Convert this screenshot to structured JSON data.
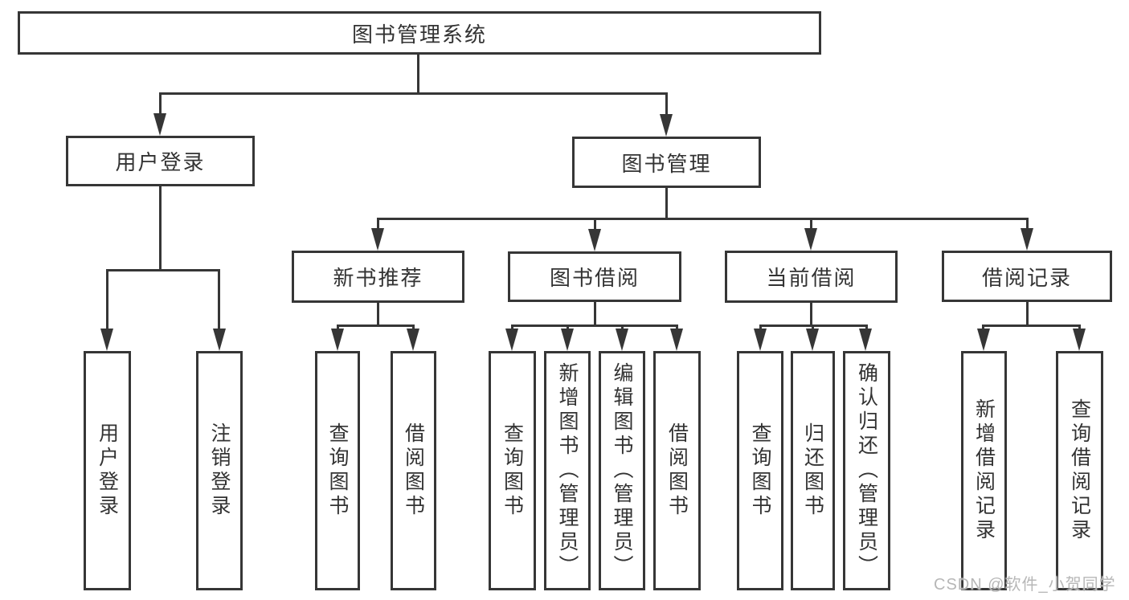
{
  "diagram_title": "图书管理系统",
  "tree": {
    "label": "图书管理系统",
    "children": [
      {
        "label": "用户登录",
        "children": [
          {
            "label": "用户登录"
          },
          {
            "label": "注销登录"
          }
        ]
      },
      {
        "label": "图书管理",
        "children": [
          {
            "label": "新书推荐",
            "children": [
              {
                "label": "查询图书"
              },
              {
                "label": "借阅图书"
              }
            ]
          },
          {
            "label": "图书借阅",
            "children": [
              {
                "label": "查询图书"
              },
              {
                "label": "新增图书（管理员）"
              },
              {
                "label": "编辑图书（管理员）"
              },
              {
                "label": "借阅图书"
              }
            ]
          },
          {
            "label": "当前借阅",
            "children": [
              {
                "label": "查询图书"
              },
              {
                "label": "归还图书"
              },
              {
                "label": "确认归还（管理员）"
              }
            ]
          },
          {
            "label": "借阅记录",
            "children": [
              {
                "label": "新增借阅记录"
              },
              {
                "label": "查询借阅记录"
              }
            ]
          }
        ]
      }
    ]
  },
  "watermark": {
    "text": "CSDN @软件_小贺同学",
    "color": "#b7b7b7"
  },
  "colors": {
    "line": "#363636",
    "text": "#333333",
    "background": "#ffffff"
  }
}
